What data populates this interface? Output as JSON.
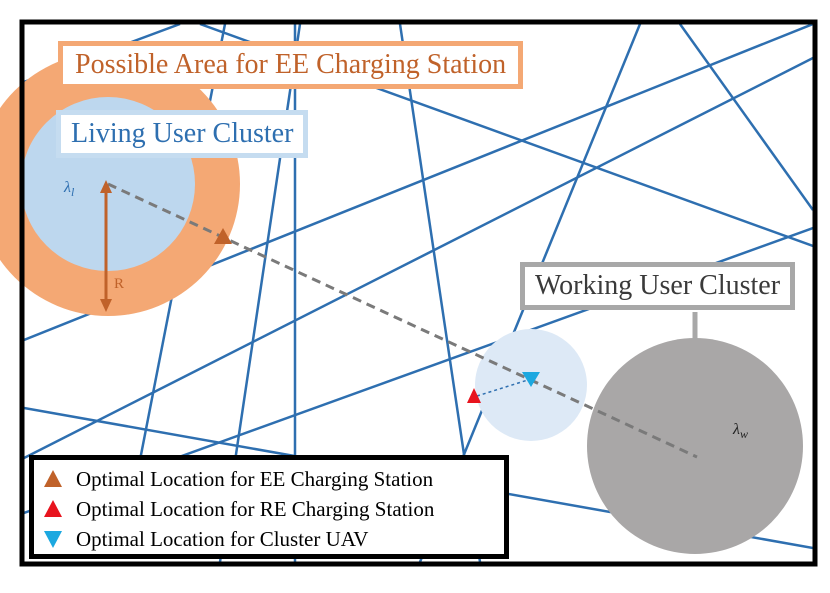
{
  "labels": {
    "possible_area": "Possible Area for EE Charging Station",
    "living_cluster": "Living User Cluster",
    "working_cluster": "Working User Cluster",
    "lambda_l": "λ",
    "lambda_l_sub": "l",
    "lambda_w": "λ",
    "lambda_w_sub": "w",
    "radius": "R"
  },
  "legend": [
    {
      "text": "Optimal Location for EE Charging Station",
      "marker": "triangle-up",
      "color": "#c0622a"
    },
    {
      "text": "Optimal Location for RE Charging Station",
      "marker": "triangle-up",
      "color": "#e8141e"
    },
    {
      "text": "Optimal Location for Cluster UAV",
      "marker": "triangle-down",
      "color": "#1ca8e0"
    }
  ],
  "colors": {
    "road": "#2e6fb0",
    "possible_area": "#f4a874",
    "living_cluster": "#bdd7ee",
    "working_cluster": "#a9a7a7",
    "uav_area": "#dde9f6",
    "ee_station": "#c0622a",
    "re_station": "#e8141e",
    "uav": "#1ca8e0",
    "dashed_line": "#7a7a7a"
  }
}
